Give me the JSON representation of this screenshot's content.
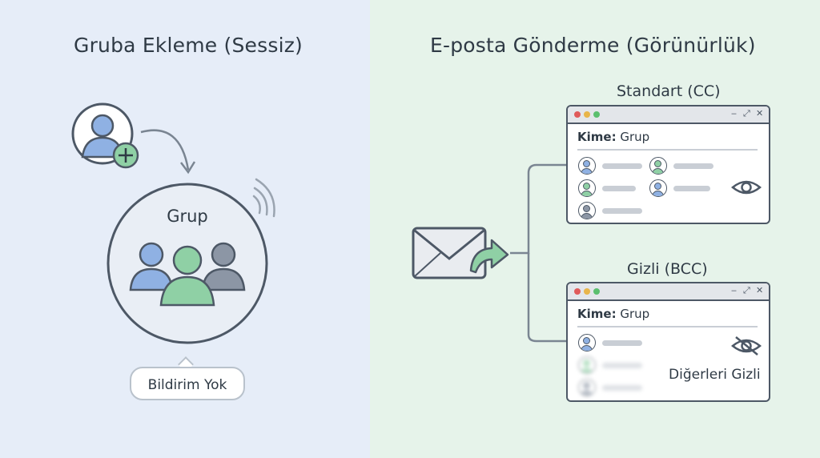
{
  "left": {
    "title": "Gruba Ekleme (Sessiz)",
    "group_label": "Grup",
    "notification_label": "Bildirim Yok",
    "icons": {
      "add_user": "add-user-icon",
      "group": "group-icon",
      "signal": "signal-waves-icon"
    }
  },
  "right": {
    "title": "E-posta Gönderme (Görünürlük)",
    "envelope_icon": "envelope-icon",
    "cc": {
      "label": "Standart (CC)",
      "to_label": "Kime:",
      "to_value": "Grup",
      "visibility_icon": "eye-icon"
    },
    "bcc": {
      "label": "Gizli (BCC)",
      "to_label": "Kime:",
      "to_value": "Grup",
      "hidden_note": "Diğerleri Gizli",
      "visibility_icon": "eye-off-icon"
    }
  },
  "colors": {
    "left_bg": "#e6edf8",
    "right_bg": "#e6f3ea",
    "stroke": "#4d5866",
    "blue": "#8fb1e3",
    "green": "#8fd0a5",
    "gray": "#8c96a5"
  }
}
